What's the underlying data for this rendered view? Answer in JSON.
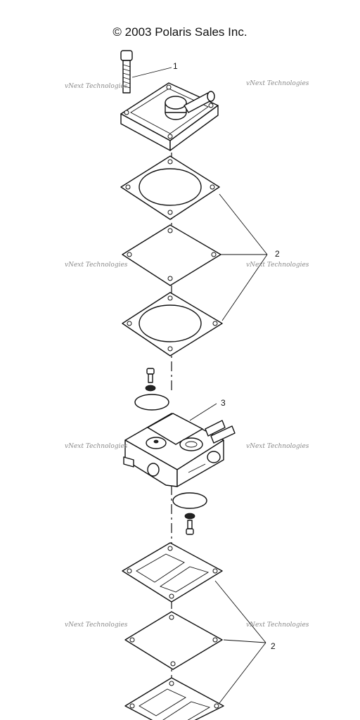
{
  "copyright": "© 2003 Polaris Sales Inc.",
  "watermark": "vNext Technologies",
  "callouts": [
    "1",
    "2",
    "3",
    "2"
  ]
}
